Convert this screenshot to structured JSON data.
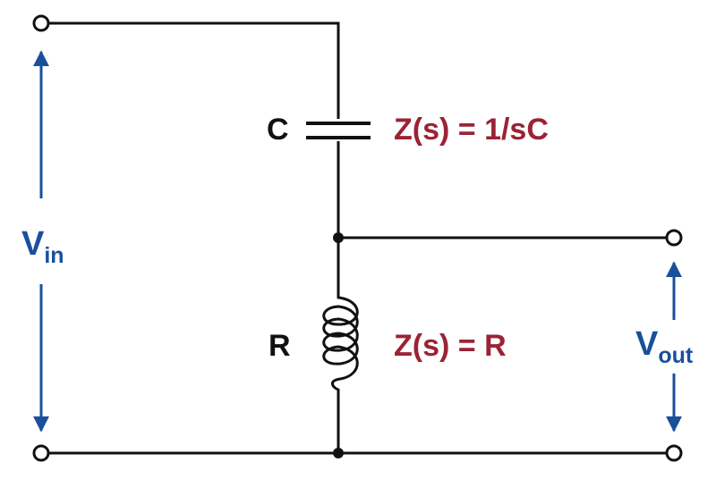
{
  "colors": {
    "wire": "#111111",
    "voltage": "#1a4f9c",
    "impedance": "#9b2335",
    "background": "#ffffff"
  },
  "components": {
    "capacitor": {
      "label": "C",
      "impedance": "Z(s) = 1/sC"
    },
    "resistor": {
      "label": "R",
      "impedance": "Z(s) = R"
    }
  },
  "voltages": {
    "input": {
      "symbol": "V",
      "subscript": "in"
    },
    "output": {
      "symbol": "V",
      "subscript": "out"
    }
  }
}
